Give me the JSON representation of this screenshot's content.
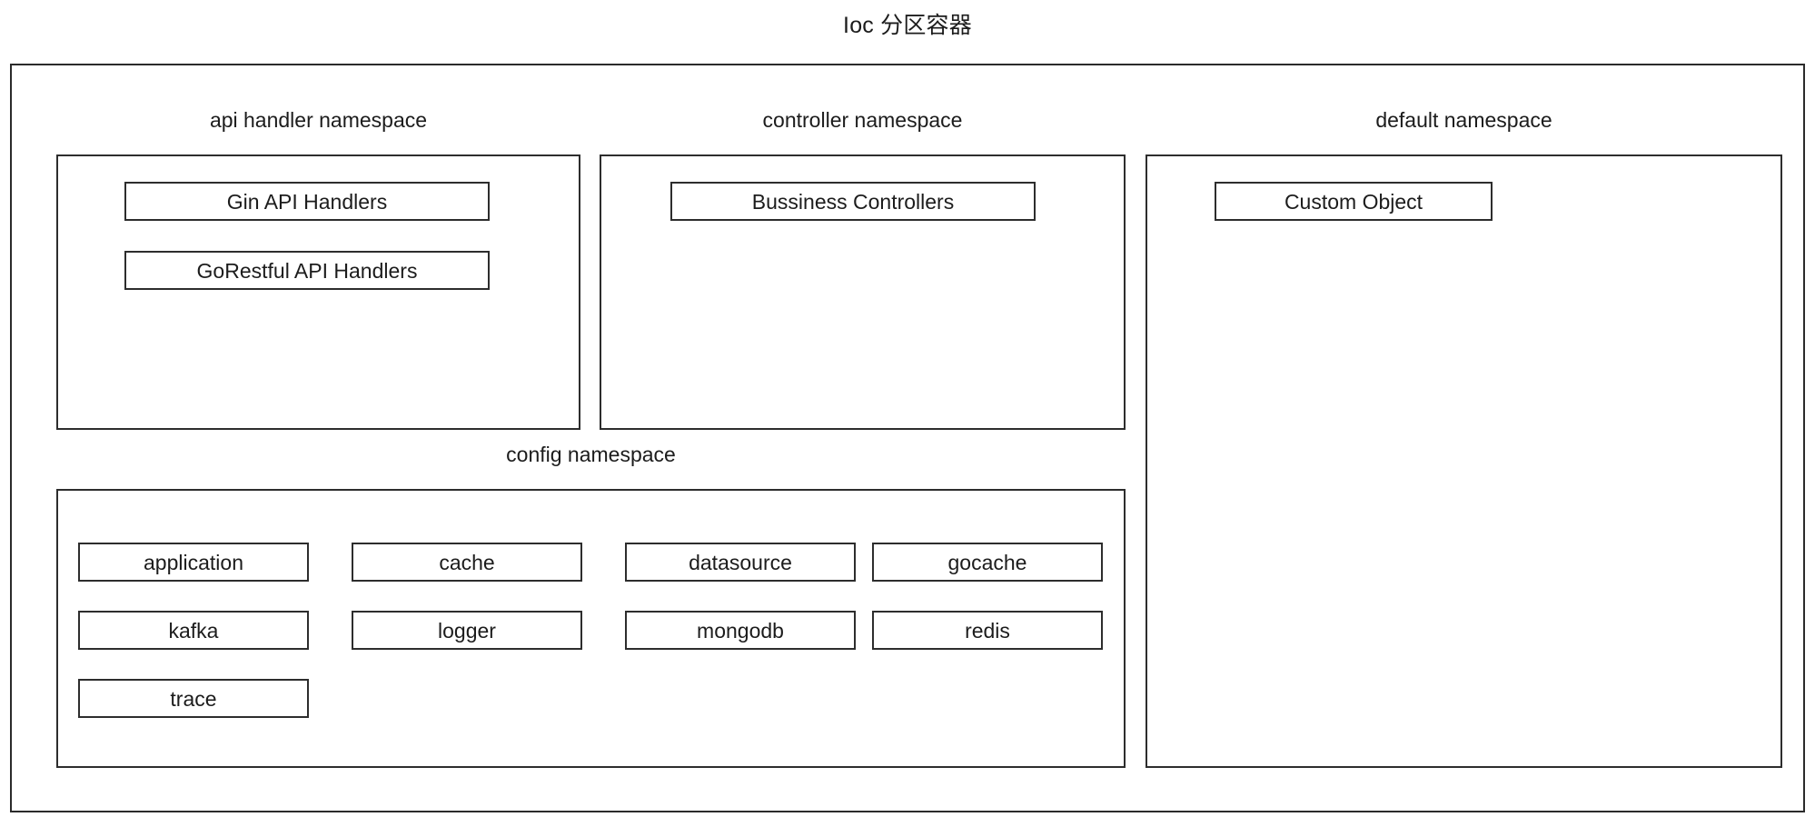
{
  "title": "Ioc 分区容器",
  "namespaces": {
    "api_handler": {
      "label": "api handler namespace",
      "items": [
        {
          "label": "Gin API Handlers"
        },
        {
          "label": "GoRestful API Handlers"
        }
      ]
    },
    "controller": {
      "label": "controller namespace",
      "items": [
        {
          "label": "Bussiness Controllers"
        }
      ]
    },
    "default": {
      "label": "default namespace",
      "items": [
        {
          "label": "Custom Object"
        }
      ]
    },
    "config": {
      "label": "config namespace",
      "items": [
        {
          "label": "application"
        },
        {
          "label": "cache"
        },
        {
          "label": "datasource"
        },
        {
          "label": "gocache"
        },
        {
          "label": "kafka"
        },
        {
          "label": "logger"
        },
        {
          "label": "mongodb"
        },
        {
          "label": "redis"
        },
        {
          "label": "trace"
        }
      ]
    }
  },
  "colors": {
    "background": "#ffffff",
    "border": "#2d2d2d",
    "text": "#1c1c1c"
  }
}
